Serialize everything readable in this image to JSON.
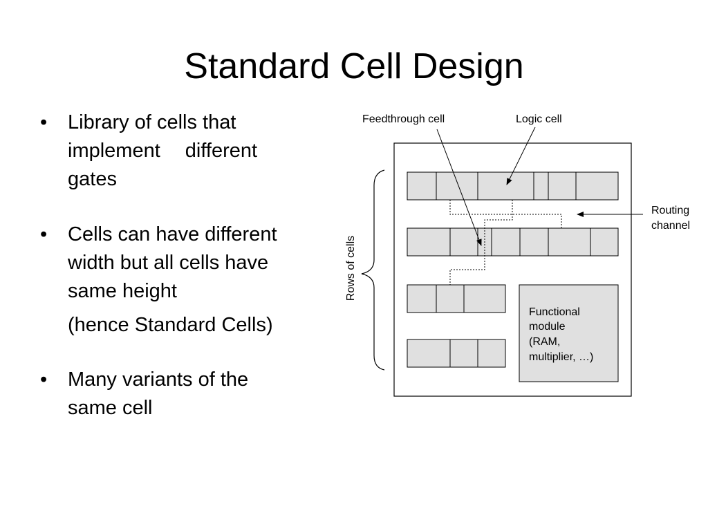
{
  "slide": {
    "title": "Standard Cell Design",
    "bullets": [
      {
        "lines": [
          "Library of cells that",
          "implement",
          "different",
          "gates"
        ]
      },
      {
        "lines": [
          "Cells can have different",
          "width but all cells have",
          "same height"
        ]
      },
      {
        "sub": "(hence Standard Cells)"
      },
      {
        "lines": [
          "Many variants of the",
          "same cell"
        ]
      }
    ],
    "bullet_char": "•"
  },
  "diagram": {
    "labels": {
      "feedthrough": "Feedthrough cell",
      "logic": "Logic cell",
      "routing_1": "Routing",
      "routing_2": "channel",
      "rows": "Rows of cells",
      "module_1": "Functional",
      "module_2": "module",
      "module_3": "(RAM,",
      "module_4": "multiplier,  …)"
    },
    "colors": {
      "cell_fill": "#e0e0e0",
      "stroke": "#000000"
    }
  }
}
